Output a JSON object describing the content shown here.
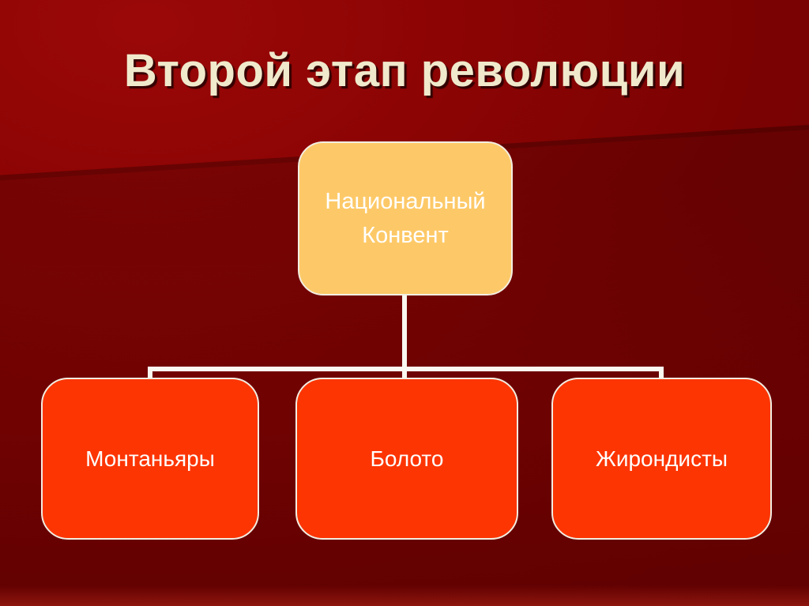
{
  "slide": {
    "title": "Второй этап революции",
    "diagram": {
      "root": {
        "label": "Национальный Конвент"
      },
      "children": [
        {
          "label": "Монтаньяры"
        },
        {
          "label": "Болото"
        },
        {
          "label": "Жирондисты"
        }
      ]
    },
    "colors": {
      "background_top": "#9b0808",
      "background_dark": "#6d0101",
      "title_text": "#f0e9cc",
      "root_box_fill": "#fdc968",
      "child_box_fill": "#fc3503",
      "box_border": "#f2eee2",
      "box_text": "#ffffff",
      "connector": "#faf8f0"
    }
  }
}
